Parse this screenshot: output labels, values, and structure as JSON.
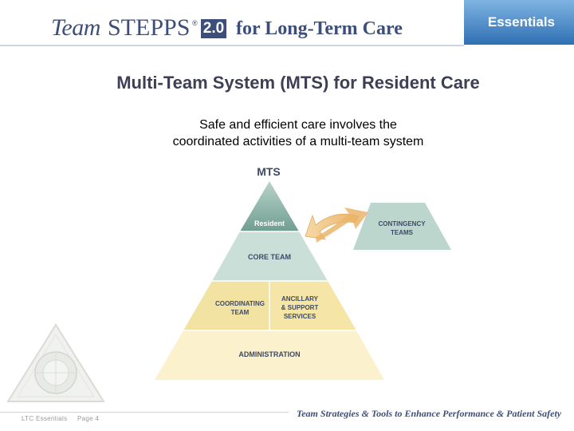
{
  "header": {
    "logo_team": "Team",
    "logo_stepps": "STEPPS",
    "logo_reg": "®",
    "logo_version": "2.0",
    "logo_for": "for Long-Term Care",
    "tab_label": "Essentials"
  },
  "title": "Multi-Team System (MTS) for Resident Care",
  "subtitle_line1": "Safe and efficient care involves the",
  "subtitle_line2": "coordinated activities of a multi-team system",
  "diagram": {
    "heading": "MTS",
    "resident": "Resident",
    "core_team": "CORE TEAM",
    "coordinating_line1": "COORDINATING",
    "coordinating_line2": "TEAM",
    "ancillary_line1": "ANCILLARY",
    "ancillary_line2": "& SUPPORT",
    "ancillary_line3": "SERVICES",
    "administration": "ADMINISTRATION",
    "contingency_line1": "CONTINGENCY",
    "contingency_line2": "TEAMS"
  },
  "footer": {
    "left": "LTC Essentials",
    "page": "Page 4",
    "tagline": "Team Strategies & Tools to Enhance Performance & Patient Safety"
  },
  "colors": {
    "navy": "#3c4f7a",
    "tab_blue": "#2f6fb3",
    "teal_apex": "#7fa99b",
    "teal_light": "#c9dfd8",
    "yellow": "#f5e6a8",
    "cream": "#fbf1cd",
    "arrow": "#f2c784"
  }
}
